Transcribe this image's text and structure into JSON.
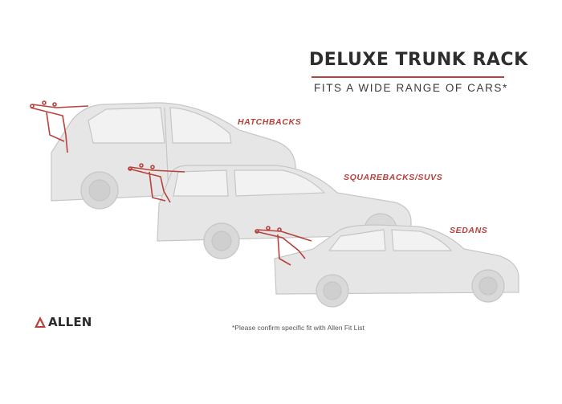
{
  "header": {
    "title": "DELUXE TRUNK RACK",
    "subtitle": "FITS A WIDE RANGE OF CARS*"
  },
  "vehicles": [
    {
      "label": "HATCHBACKS"
    },
    {
      "label": "SQUAREBACKS/SUVS"
    },
    {
      "label": "SEDANS"
    }
  ],
  "footnote": "*Please confirm specific fit with Allen Fit List",
  "brand": {
    "name": "ALLEN",
    "logo_icon": "allen-triangle-icon",
    "accent_color": "#b8413c",
    "car_fill": "#e4e4e4",
    "car_stroke": "#c9c9c9"
  }
}
